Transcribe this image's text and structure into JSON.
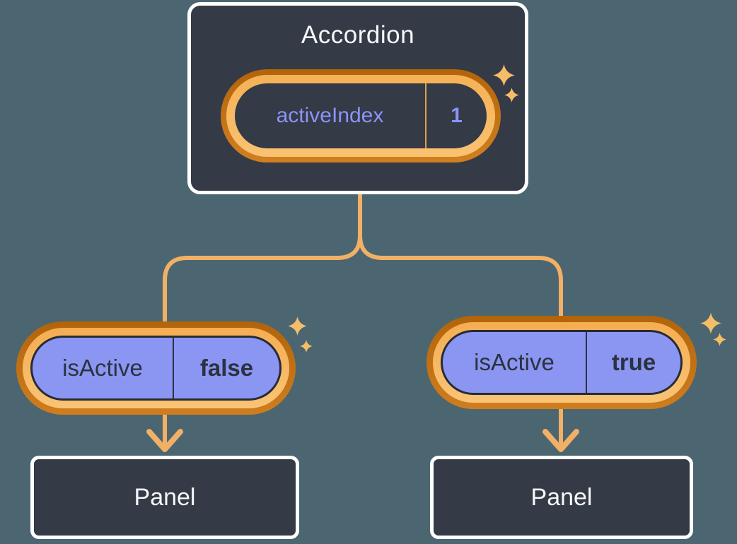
{
  "root_component": {
    "title": "Accordion",
    "state": {
      "key": "activeIndex",
      "value": "1"
    }
  },
  "children": [
    {
      "prop_key": "isActive",
      "prop_value": "false",
      "panel_label": "Panel"
    },
    {
      "prop_key": "isActive",
      "prop_value": "true",
      "panel_label": "Panel"
    }
  ],
  "icons": {
    "sparkle": "sparkle-icon",
    "arrowhead": "arrow-down-icon"
  },
  "colors": {
    "background": "#4b6670",
    "component_box": "#343a46",
    "box_border": "#ffffff",
    "connector": "#f2b066",
    "pill_ring_outer": "#c06d15",
    "pill_ring_inner": "#f6b459",
    "state_text": "#8a94f8",
    "state_divider": "#e2a04b",
    "prop_fill": "#8b96f2",
    "prop_text": "#2b3240",
    "label_text": "#f6f7f9",
    "sparkle": "#f6bd69"
  }
}
